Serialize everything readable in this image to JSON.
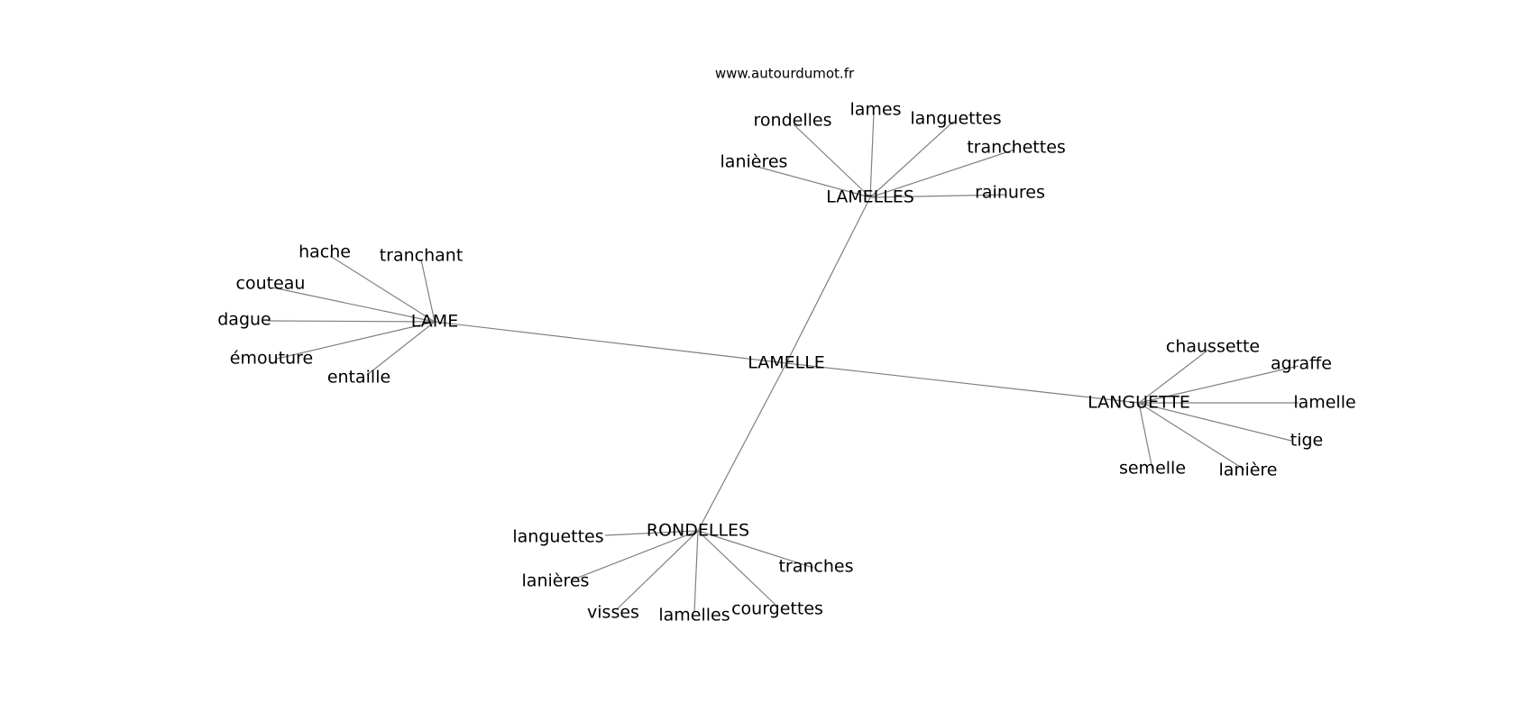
{
  "source_label": "www.autourdumot.fr",
  "center": "LAMELLE",
  "hubs": [
    {
      "id": "lamelles",
      "label": "LAMELLES",
      "children": [
        "rondelles",
        "lames",
        "languettes",
        "tranchettes",
        "lanières",
        "rainures"
      ]
    },
    {
      "id": "lame",
      "label": "LAME",
      "children": [
        "hache",
        "tranchant",
        "couteau",
        "dague",
        "émouture",
        "entaille"
      ]
    },
    {
      "id": "languette",
      "label": "LANGUETTE",
      "children": [
        "chaussette",
        "agraffe",
        "lamelle",
        "tige",
        "semelle",
        "lanière"
      ]
    },
    {
      "id": "rondelles",
      "label": "RONDELLES",
      "children": [
        "languettes",
        "lanières",
        "visses",
        "lamelles",
        "courgettes",
        "tranches"
      ]
    }
  ]
}
